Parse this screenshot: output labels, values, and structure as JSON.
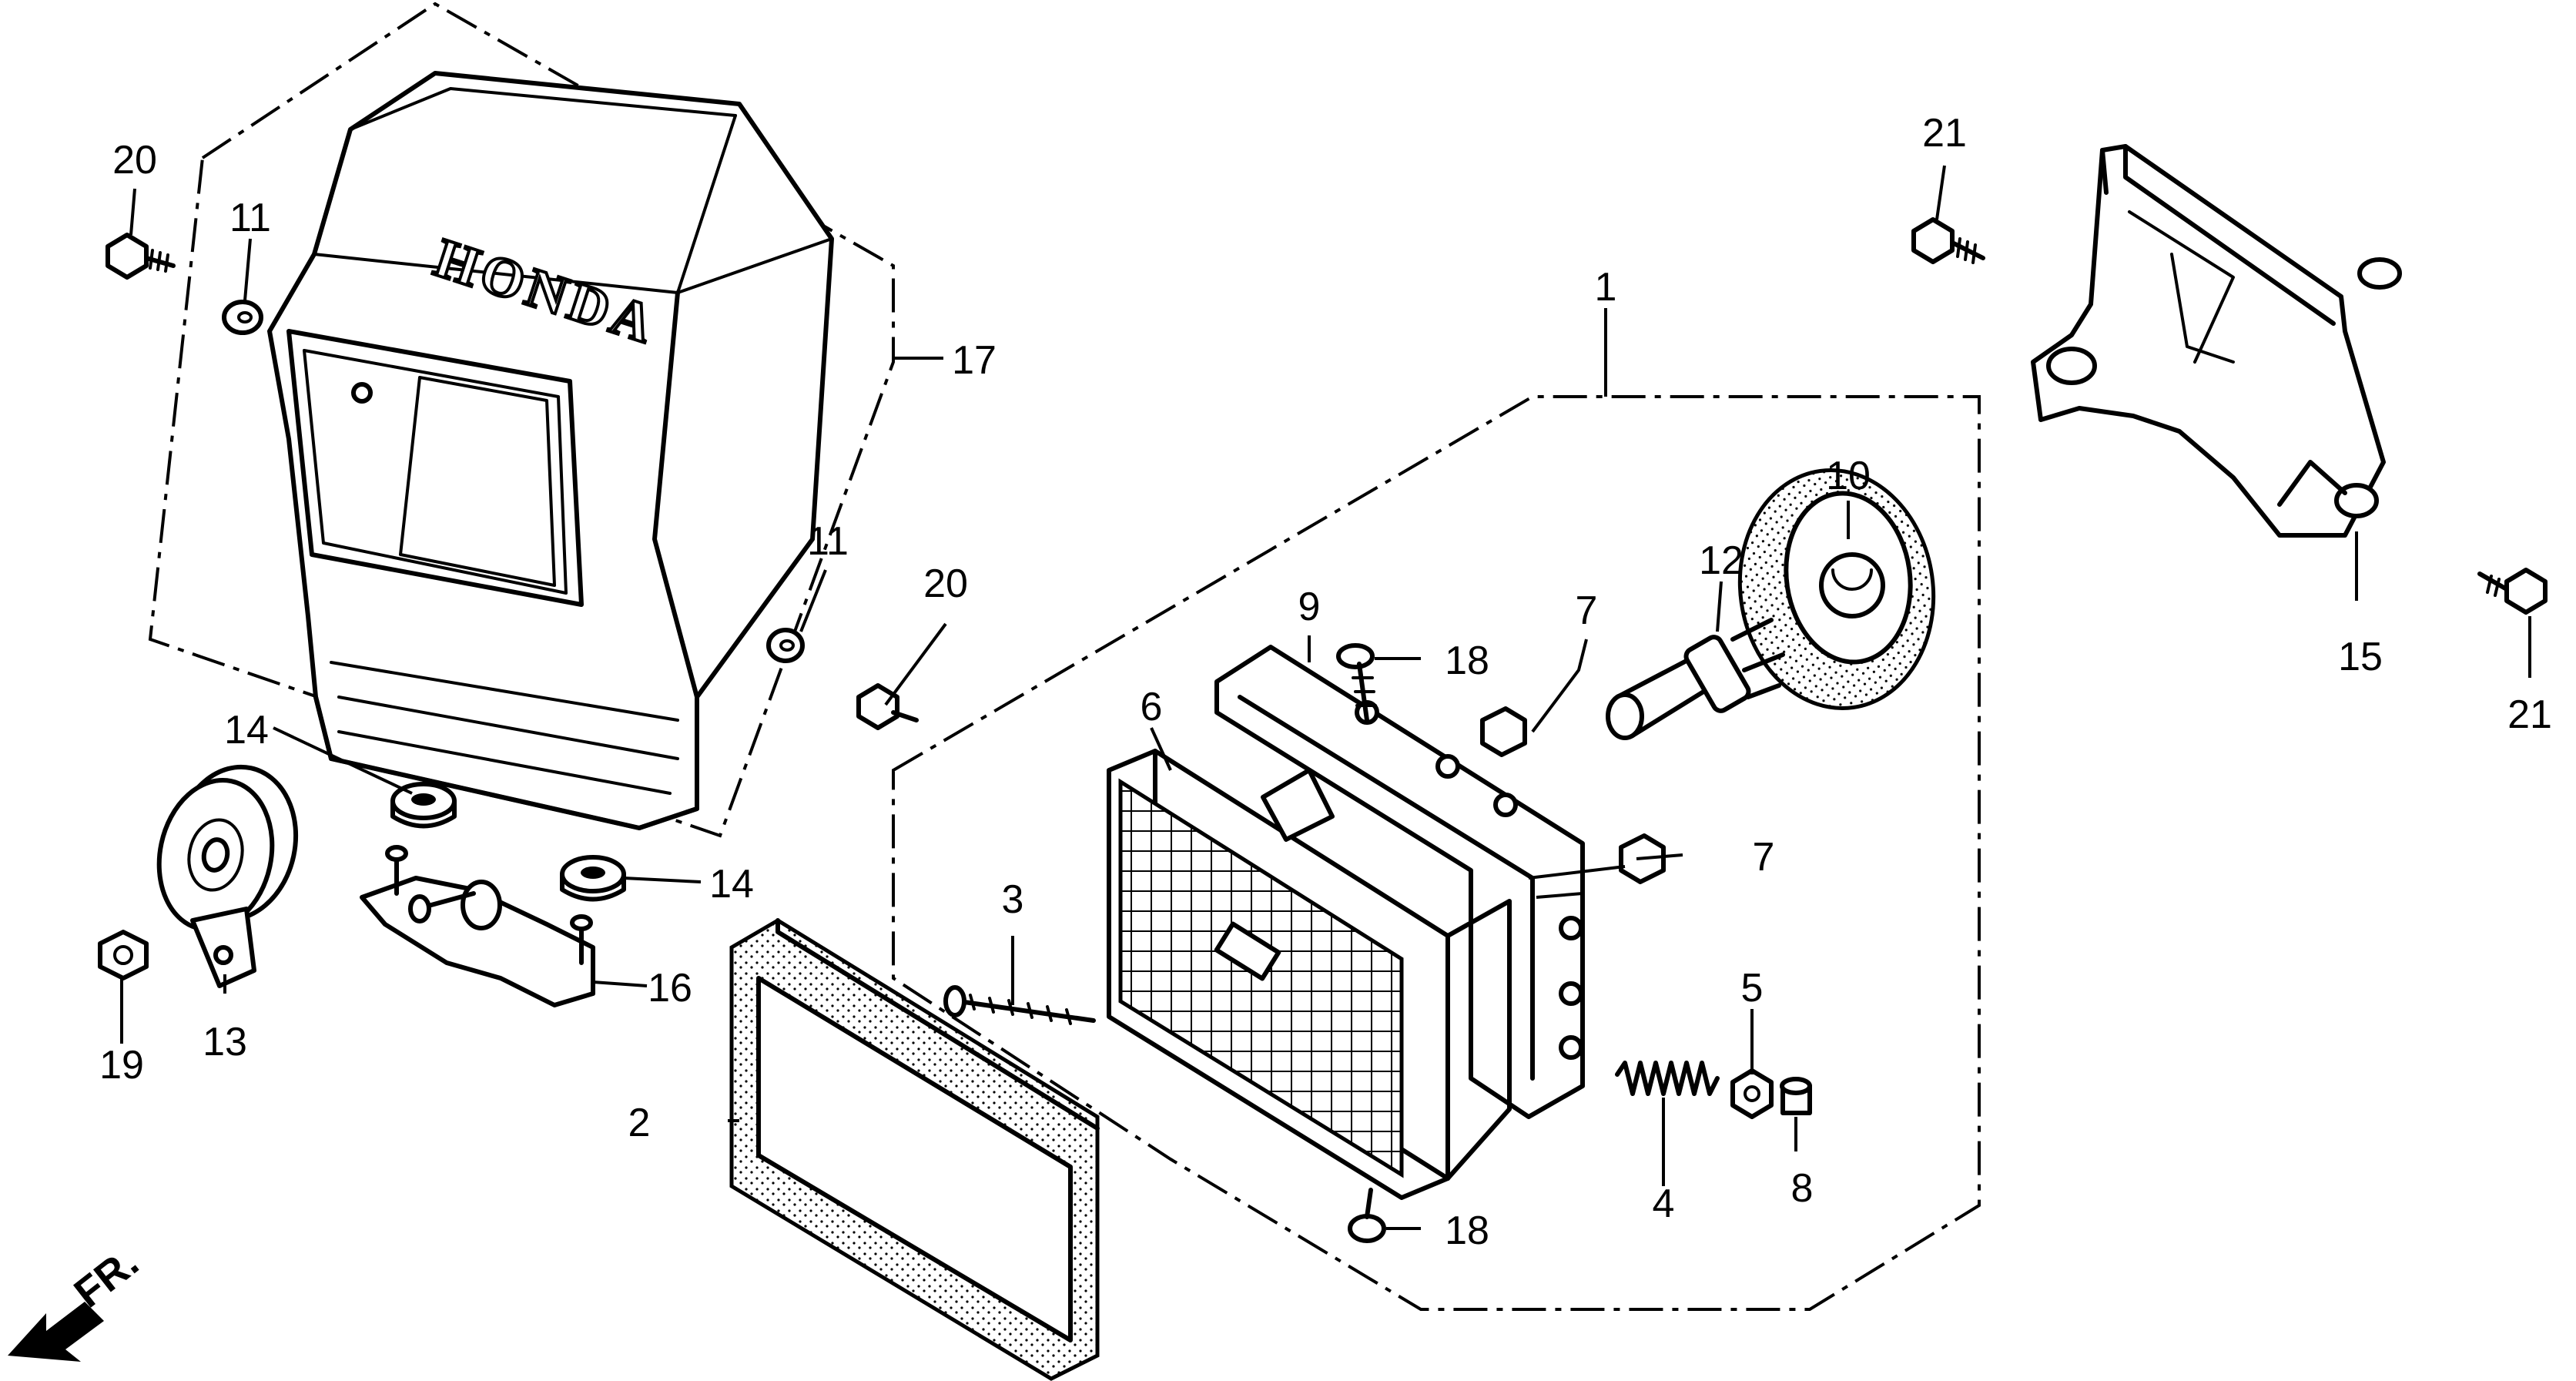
{
  "brand_text": "HONDA",
  "direction_label": "FR.",
  "callouts": [
    {
      "id": "c1",
      "text": "1"
    },
    {
      "id": "c2",
      "text": "2"
    },
    {
      "id": "c3",
      "text": "3"
    },
    {
      "id": "c4",
      "text": "4"
    },
    {
      "id": "c5",
      "text": "5"
    },
    {
      "id": "c6",
      "text": "6"
    },
    {
      "id": "c7a",
      "text": "7"
    },
    {
      "id": "c7b",
      "text": "7"
    },
    {
      "id": "c8",
      "text": "8"
    },
    {
      "id": "c9",
      "text": "9"
    },
    {
      "id": "c10",
      "text": "10"
    },
    {
      "id": "c11a",
      "text": "11"
    },
    {
      "id": "c11b",
      "text": "11"
    },
    {
      "id": "c12",
      "text": "12"
    },
    {
      "id": "c13",
      "text": "13"
    },
    {
      "id": "c14a",
      "text": "14"
    },
    {
      "id": "c14b",
      "text": "14"
    },
    {
      "id": "c15",
      "text": "15"
    },
    {
      "id": "c16",
      "text": "16"
    },
    {
      "id": "c17",
      "text": "17"
    },
    {
      "id": "c18a",
      "text": "18"
    },
    {
      "id": "c18b",
      "text": "18"
    },
    {
      "id": "c19",
      "text": "19"
    },
    {
      "id": "c20a",
      "text": "20"
    },
    {
      "id": "c20b",
      "text": "20"
    },
    {
      "id": "c21a",
      "text": "21"
    },
    {
      "id": "c21b",
      "text": "21"
    }
  ],
  "colors": {
    "ink": "#000000",
    "paper": "#ffffff"
  }
}
